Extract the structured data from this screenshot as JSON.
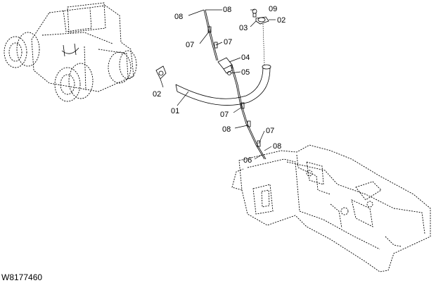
{
  "drawing_id": "W8177460",
  "callouts": {
    "c01": "01",
    "c02_left": "02",
    "c02_top": "02",
    "c03": "03",
    "c04": "04",
    "c05": "05",
    "c06": "06",
    "c07_a": "07",
    "c07_b": "07",
    "c07_c": "07",
    "c07_d": "07",
    "c08_a": "08",
    "c08_b": "08",
    "c08_c": "08",
    "c08_d": "08",
    "c09": "09"
  },
  "icons": {
    "machine": "wheel-loader-overview-icon",
    "frame": "rear-frame-icon",
    "hose": "breather-hose-icon"
  }
}
